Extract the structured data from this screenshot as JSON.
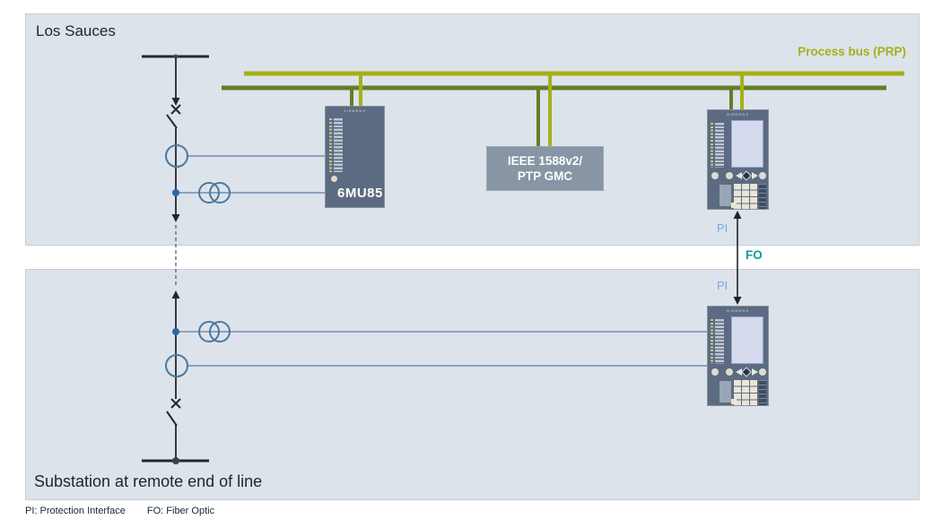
{
  "top_panel": {
    "title": "Los Sauces",
    "process_bus_label": "Process bus (PRP)"
  },
  "bottom_panel": {
    "title": "Substation at remote end of line"
  },
  "devices": {
    "merging_unit": {
      "brand": "SIEMENS",
      "label": "6MU85"
    },
    "gmc": {
      "line1": "IEEE 1588v2/",
      "line2": "PTP GMC"
    },
    "relay_top": {
      "brand": "SIEMENS"
    },
    "relay_bottom": {
      "brand": "SIEMENS"
    }
  },
  "fiber_link": {
    "pi_top": "PI",
    "fo": "FO",
    "pi_bottom": "PI"
  },
  "legend": {
    "pi": "PI: Protection Interface",
    "fo": "FO: Fiber Optic"
  },
  "colors": {
    "panel_bg": "#dde3ea",
    "process_bus_light": "#a4b117",
    "process_bus_dark": "#687c28",
    "device_body": "#5c6b81",
    "gmc_box": "#8795a4",
    "relay_screen": "#d6daee",
    "instrument_line_blue": "#8ba3bf",
    "instrument_symbol_blue": "#49789f",
    "junction_dot_blue": "#2a67a8",
    "feeder_black": "#23282e",
    "pi_label": "#79abd9",
    "fo_label": "#0f9b95",
    "text_dark": "#1b2534"
  }
}
